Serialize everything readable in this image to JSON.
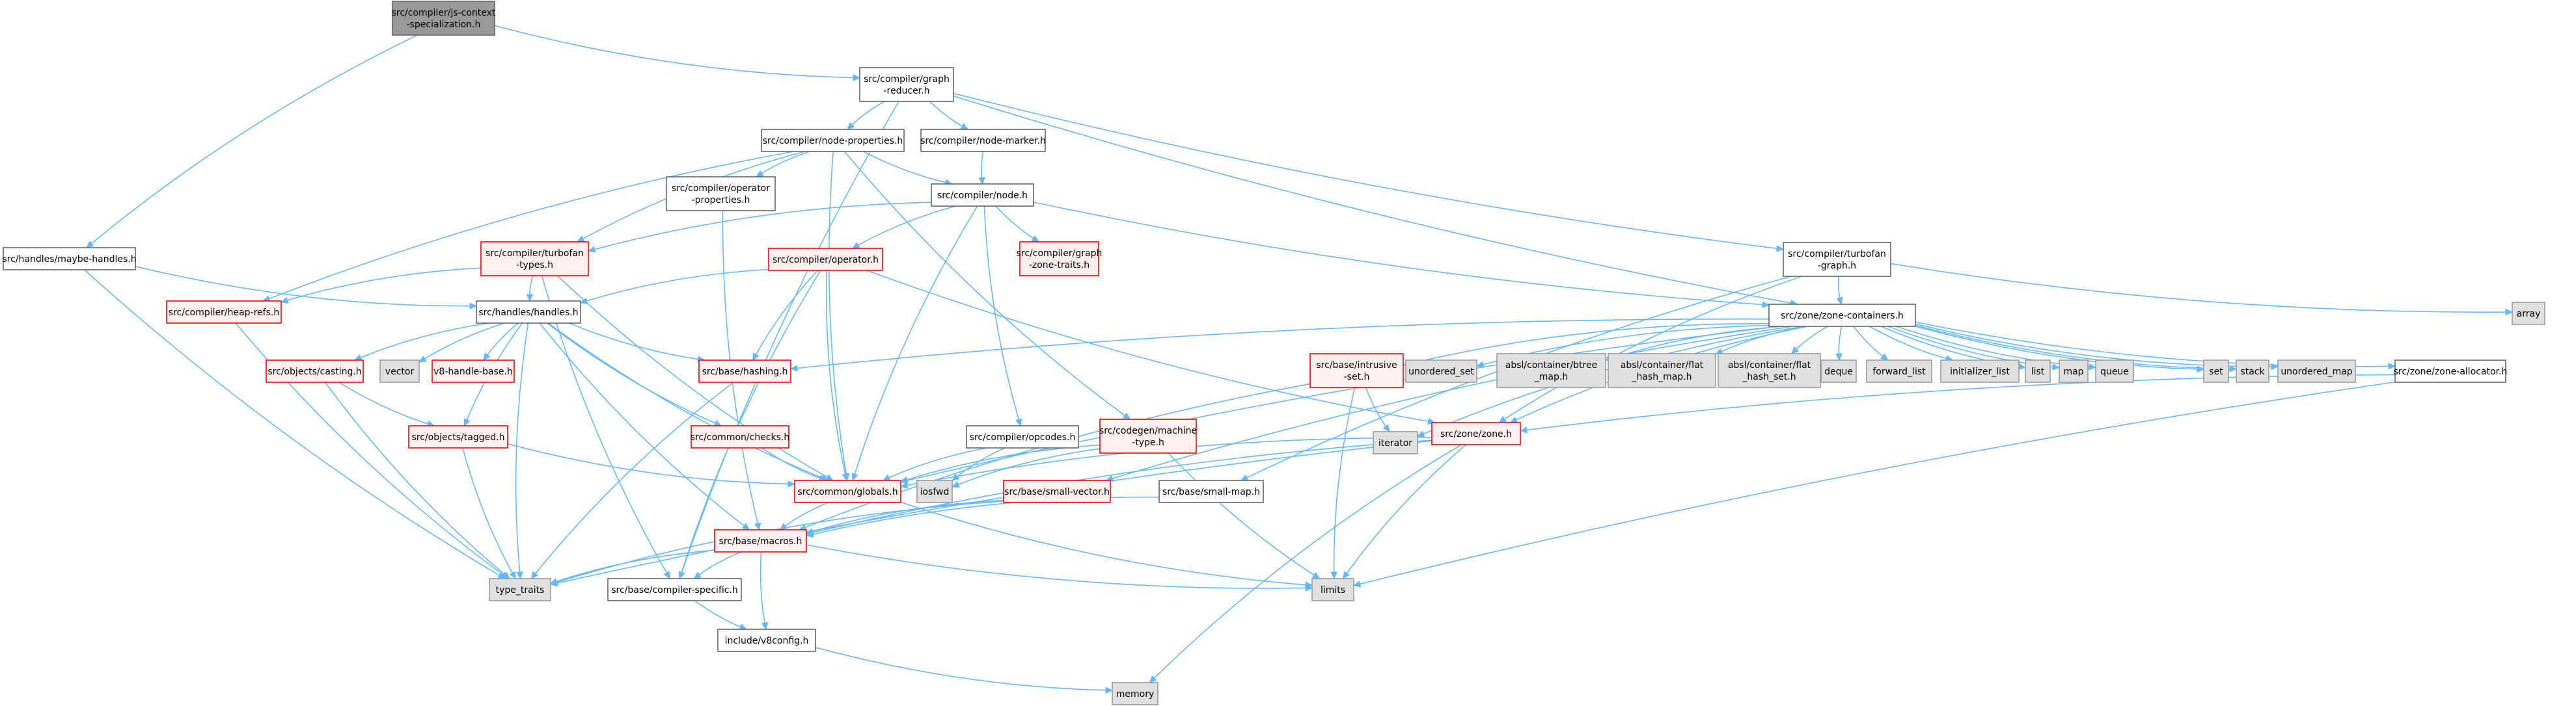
{
  "colors": {
    "edge": "#63b8ff",
    "node_fill": "#ffffff",
    "node_border": "#666666",
    "current_fill": "#999999",
    "current_border": "#666666",
    "external_fill": "#e0e0e0",
    "external_border": "#999999",
    "truncated_fill": "#fff0f0",
    "truncated_border": "#ff0000"
  },
  "nodes": [
    {
      "id": "jscs",
      "lines": [
        "src/compiler/js-context",
        "-specialization.h"
      ],
      "style": "current"
    },
    {
      "id": "graph_reducer",
      "lines": [
        "src/compiler/graph",
        "-reducer.h"
      ],
      "style": "normal"
    },
    {
      "id": "maybe_handles",
      "lines": [
        "src/handles/maybe-handles.h"
      ],
      "style": "normal"
    },
    {
      "id": "node_properties",
      "lines": [
        "src/compiler/node-properties.h"
      ],
      "style": "normal"
    },
    {
      "id": "node_marker",
      "lines": [
        "src/compiler/node-marker.h"
      ],
      "style": "normal"
    },
    {
      "id": "operator_properties",
      "lines": [
        "src/compiler/operator",
        "-properties.h"
      ],
      "style": "normal"
    },
    {
      "id": "node_h",
      "lines": [
        "src/compiler/node.h"
      ],
      "style": "normal"
    },
    {
      "id": "turbofan_types",
      "lines": [
        "src/compiler/turbofan",
        "-types.h"
      ],
      "style": "truncated"
    },
    {
      "id": "operator_h",
      "lines": [
        "src/compiler/operator.h"
      ],
      "style": "truncated"
    },
    {
      "id": "graph_zone_traits",
      "lines": [
        "src/compiler/graph",
        "-zone-traits.h"
      ],
      "style": "truncated"
    },
    {
      "id": "turbofan_graph",
      "lines": [
        "src/compiler/turbofan",
        "-graph.h"
      ],
      "style": "normal"
    },
    {
      "id": "heap_refs",
      "lines": [
        "src/compiler/heap-refs.h"
      ],
      "style": "truncated"
    },
    {
      "id": "handles_h",
      "lines": [
        "src/handles/handles.h"
      ],
      "style": "normal"
    },
    {
      "id": "zone_containers",
      "lines": [
        "src/zone/zone-containers.h"
      ],
      "style": "normal"
    },
    {
      "id": "array",
      "lines": [
        "array"
      ],
      "style": "external"
    },
    {
      "id": "objects_casting",
      "lines": [
        "src/objects/casting.h"
      ],
      "style": "truncated"
    },
    {
      "id": "vector",
      "lines": [
        "vector"
      ],
      "style": "external"
    },
    {
      "id": "v8_handle_base",
      "lines": [
        "v8-handle-base.h"
      ],
      "style": "truncated"
    },
    {
      "id": "base_hashing",
      "lines": [
        "src/base/hashing.h"
      ],
      "style": "truncated"
    },
    {
      "id": "intrusive_set",
      "lines": [
        "src/base/intrusive",
        "-set.h"
      ],
      "style": "truncated"
    },
    {
      "id": "unordered_set",
      "lines": [
        "unordered_set"
      ],
      "style": "external"
    },
    {
      "id": "btree_map",
      "lines": [
        "absl/container/btree",
        "_map.h"
      ],
      "style": "external"
    },
    {
      "id": "flat_hash_map",
      "lines": [
        "absl/container/flat",
        "_hash_map.h"
      ],
      "style": "external"
    },
    {
      "id": "flat_hash_set",
      "lines": [
        "absl/container/flat",
        "_hash_set.h"
      ],
      "style": "external"
    },
    {
      "id": "deque",
      "lines": [
        "deque"
      ],
      "style": "external"
    },
    {
      "id": "forward_list",
      "lines": [
        "forward_list"
      ],
      "style": "external"
    },
    {
      "id": "initializer_list",
      "lines": [
        "initializer_list"
      ],
      "style": "external"
    },
    {
      "id": "list",
      "lines": [
        "list"
      ],
      "style": "external"
    },
    {
      "id": "map",
      "lines": [
        "map"
      ],
      "style": "external"
    },
    {
      "id": "queue",
      "lines": [
        "queue"
      ],
      "style": "external"
    },
    {
      "id": "set",
      "lines": [
        "set"
      ],
      "style": "external"
    },
    {
      "id": "stack",
      "lines": [
        "stack"
      ],
      "style": "external"
    },
    {
      "id": "unordered_map",
      "lines": [
        "unordered_map"
      ],
      "style": "external"
    },
    {
      "id": "zone_allocator",
      "lines": [
        "src/zone/zone-allocator.h"
      ],
      "style": "normal"
    },
    {
      "id": "iterator",
      "lines": [
        "iterator"
      ],
      "style": "external"
    },
    {
      "id": "zone_h",
      "lines": [
        "src/zone/zone.h"
      ],
      "style": "truncated"
    },
    {
      "id": "objects_tagged",
      "lines": [
        "src/objects/tagged.h"
      ],
      "style": "truncated"
    },
    {
      "id": "common_checks",
      "lines": [
        "src/common/checks.h"
      ],
      "style": "truncated"
    },
    {
      "id": "opcodes",
      "lines": [
        "src/compiler/opcodes.h"
      ],
      "style": "normal"
    },
    {
      "id": "machine_type",
      "lines": [
        "src/codegen/machine",
        "-type.h"
      ],
      "style": "truncated"
    },
    {
      "id": "common_globals",
      "lines": [
        "src/common/globals.h"
      ],
      "style": "truncated"
    },
    {
      "id": "iosfwd",
      "lines": [
        "iosfwd"
      ],
      "style": "external"
    },
    {
      "id": "small_vector",
      "lines": [
        "src/base/small-vector.h"
      ],
      "style": "truncated"
    },
    {
      "id": "small_map",
      "lines": [
        "src/base/small-map.h"
      ],
      "style": "normal"
    },
    {
      "id": "base_macros",
      "lines": [
        "src/base/macros.h"
      ],
      "style": "truncated"
    },
    {
      "id": "type_traits",
      "lines": [
        "type_traits"
      ],
      "style": "external"
    },
    {
      "id": "compiler_specific",
      "lines": [
        "src/base/compiler-specific.h"
      ],
      "style": "normal"
    },
    {
      "id": "limits",
      "lines": [
        "limits"
      ],
      "style": "external"
    },
    {
      "id": "v8config",
      "lines": [
        "include/v8config.h"
      ],
      "style": "normal"
    },
    {
      "id": "memory",
      "lines": [
        "memory"
      ],
      "style": "external"
    }
  ],
  "edges": [
    [
      "jscs",
      "graph_reducer"
    ],
    [
      "jscs",
      "maybe_handles"
    ],
    [
      "graph_reducer",
      "node_properties"
    ],
    [
      "graph_reducer",
      "node_marker"
    ],
    [
      "graph_reducer",
      "turbofan_graph"
    ],
    [
      "graph_reducer",
      "zone_containers"
    ],
    [
      "graph_reducer",
      "compiler_specific"
    ],
    [
      "maybe_handles",
      "handles_h"
    ],
    [
      "maybe_handles",
      "type_traits"
    ],
    [
      "node_properties",
      "operator_properties"
    ],
    [
      "node_properties",
      "node_h"
    ],
    [
      "node_properties",
      "turbofan_types"
    ],
    [
      "node_properties",
      "heap_refs"
    ],
    [
      "node_properties",
      "machine_type"
    ],
    [
      "node_properties",
      "common_globals"
    ],
    [
      "node_marker",
      "node_h"
    ],
    [
      "operator_properties",
      "base_macros"
    ],
    [
      "node_h",
      "turbofan_types"
    ],
    [
      "node_h",
      "operator_h"
    ],
    [
      "node_h",
      "graph_zone_traits"
    ],
    [
      "node_h",
      "opcodes"
    ],
    [
      "node_h",
      "common_globals"
    ],
    [
      "node_h",
      "zone_containers"
    ],
    [
      "turbofan_types",
      "heap_refs"
    ],
    [
      "turbofan_types",
      "handles_h"
    ],
    [
      "turbofan_types",
      "common_globals"
    ],
    [
      "turbofan_types",
      "compiler_specific"
    ],
    [
      "operator_h",
      "handles_h"
    ],
    [
      "operator_h",
      "base_hashing"
    ],
    [
      "operator_h",
      "common_globals"
    ],
    [
      "operator_h",
      "compiler_specific"
    ],
    [
      "operator_h",
      "zone_h"
    ],
    [
      "turbofan_graph",
      "zone_containers"
    ],
    [
      "turbofan_graph",
      "array"
    ],
    [
      "turbofan_graph",
      "small_map"
    ],
    [
      "turbofan_graph",
      "zone_h"
    ],
    [
      "heap_refs",
      "type_traits"
    ],
    [
      "handles_h",
      "objects_casting"
    ],
    [
      "handles_h",
      "vector"
    ],
    [
      "handles_h",
      "v8_handle_base"
    ],
    [
      "handles_h",
      "base_hashing"
    ],
    [
      "handles_h",
      "objects_tagged"
    ],
    [
      "handles_h",
      "common_checks"
    ],
    [
      "handles_h",
      "common_globals"
    ],
    [
      "handles_h",
      "base_macros"
    ],
    [
      "handles_h",
      "type_traits"
    ],
    [
      "zone_containers",
      "base_hashing"
    ],
    [
      "zone_containers",
      "intrusive_set"
    ],
    [
      "zone_containers",
      "unordered_set"
    ],
    [
      "zone_containers",
      "btree_map"
    ],
    [
      "zone_containers",
      "flat_hash_map"
    ],
    [
      "zone_containers",
      "flat_hash_set"
    ],
    [
      "zone_containers",
      "deque"
    ],
    [
      "zone_containers",
      "forward_list"
    ],
    [
      "zone_containers",
      "initializer_list"
    ],
    [
      "zone_containers",
      "list"
    ],
    [
      "zone_containers",
      "map"
    ],
    [
      "zone_containers",
      "queue"
    ],
    [
      "zone_containers",
      "set"
    ],
    [
      "zone_containers",
      "stack"
    ],
    [
      "zone_containers",
      "unordered_map"
    ],
    [
      "zone_containers",
      "zone_allocator"
    ],
    [
      "zone_containers",
      "small_vector"
    ],
    [
      "zone_containers",
      "common_globals"
    ],
    [
      "zone_containers",
      "zone_h"
    ],
    [
      "zone_containers",
      "iterator"
    ],
    [
      "zone_allocator",
      "zone_h"
    ],
    [
      "zone_allocator",
      "limits"
    ],
    [
      "objects_casting",
      "objects_tagged"
    ],
    [
      "objects_casting",
      "type_traits"
    ],
    [
      "base_hashing",
      "type_traits"
    ],
    [
      "intrusive_set",
      "iterator"
    ],
    [
      "intrusive_set",
      "limits"
    ],
    [
      "intrusive_set",
      "base_macros"
    ],
    [
      "zone_h",
      "common_globals"
    ],
    [
      "zone_h",
      "base_macros"
    ],
    [
      "zone_h",
      "limits"
    ],
    [
      "zone_h",
      "memory"
    ],
    [
      "zone_h",
      "type_traits"
    ],
    [
      "objects_tagged",
      "common_globals"
    ],
    [
      "objects_tagged",
      "type_traits"
    ],
    [
      "common_checks",
      "common_globals"
    ],
    [
      "opcodes",
      "iosfwd"
    ],
    [
      "opcodes",
      "common_globals"
    ],
    [
      "machine_type",
      "common_globals"
    ],
    [
      "machine_type",
      "limits"
    ],
    [
      "machine_type",
      "iosfwd"
    ],
    [
      "common_globals",
      "base_macros"
    ],
    [
      "common_globals",
      "limits"
    ],
    [
      "small_vector",
      "base_macros"
    ],
    [
      "small_vector",
      "type_traits"
    ],
    [
      "small_map",
      "base_macros"
    ],
    [
      "base_macros",
      "type_traits"
    ],
    [
      "base_macros",
      "compiler_specific"
    ],
    [
      "base_macros",
      "v8config"
    ],
    [
      "base_macros",
      "limits"
    ],
    [
      "compiler_specific",
      "v8config"
    ],
    [
      "v8config",
      "memory"
    ]
  ]
}
